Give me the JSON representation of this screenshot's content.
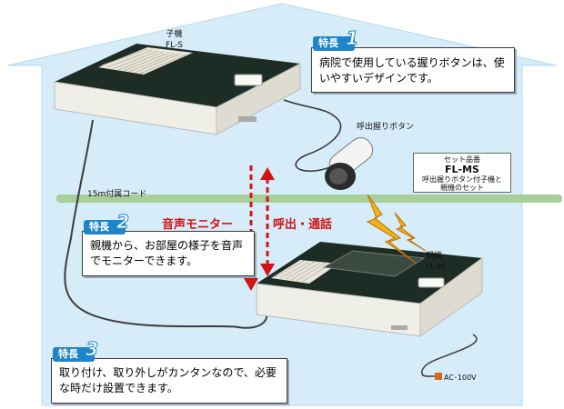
{
  "unit_slave": {
    "label": "子機",
    "model": "FL-S"
  },
  "unit_master": {
    "label": "親機",
    "model": "FL-M"
  },
  "cord": {
    "label": "15m付属コード"
  },
  "grip_button": {
    "label": "呼出握りボタン"
  },
  "set_box": {
    "title": "セット品番",
    "model": "FL-MS",
    "line1": "呼出握りボタン付子機と",
    "line2": "親機のセット"
  },
  "power": {
    "label": "AC･100V"
  },
  "arrows": {
    "monitor": "音声モニター",
    "call": "呼出・通話"
  },
  "features": [
    {
      "badge": "特長",
      "num": "1",
      "text": "病院で使用している握りボタンは、使いやすいデザインです。"
    },
    {
      "badge": "特長",
      "num": "2",
      "text": "親機から、お部屋の様子を音声でモニターできます。"
    },
    {
      "badge": "特長",
      "num": "3",
      "text": "取り付け、取り外しがカンタンなので、必要な時だけ設置できます。"
    }
  ],
  "colors": {
    "house": "#d6ecf9",
    "house_edge": "#b7d9f0",
    "floor_band": "#a8cf9a",
    "accent": "#1f84c8",
    "arrow": "#d21414"
  }
}
